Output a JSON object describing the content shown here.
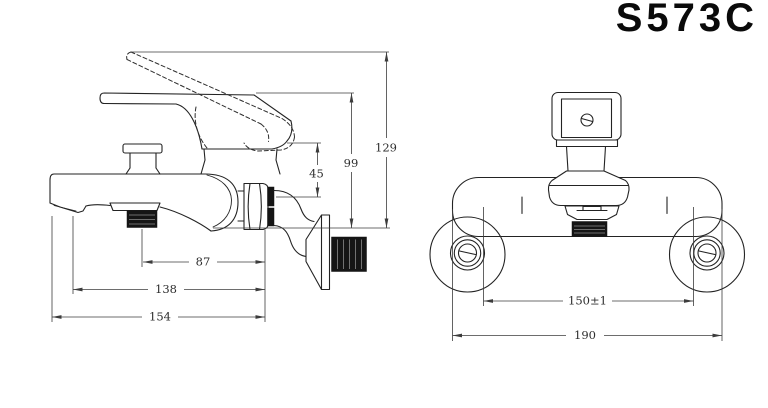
{
  "title": "S573C",
  "colors": {
    "background": "#ffffff",
    "drawing_line": "#232323",
    "dimension_line": "#3c3c3c",
    "thread_fill": "#151515",
    "title_color": "#0a0a0a"
  },
  "views": {
    "side": {
      "dimensions": {
        "overall_height": "129",
        "handle_height": "99",
        "cartridge_height": "45",
        "outlet_to_wall": "87",
        "spout_reach": "138",
        "overall_depth": "154"
      }
    },
    "front": {
      "dimensions": {
        "inlet_centers": "150±1",
        "overall_width": "190"
      }
    }
  }
}
